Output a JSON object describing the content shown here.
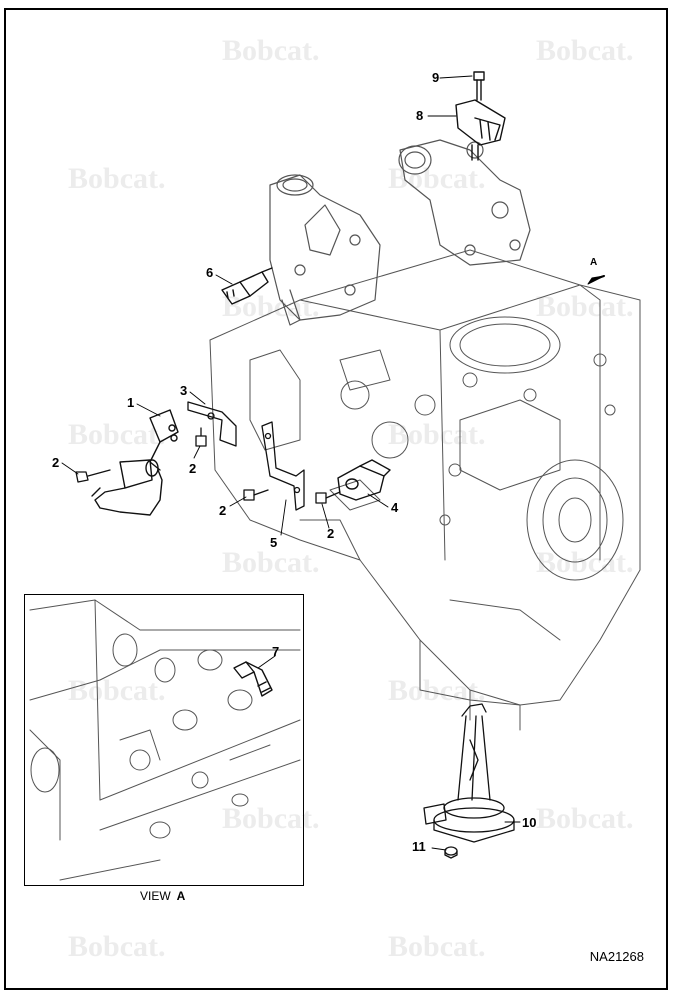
{
  "watermark": "Bobcat.",
  "figure_id": "NA21268",
  "view_label": {
    "prefix": "VIEW",
    "letter": "A"
  },
  "direction_marker": "A",
  "callouts": {
    "c1": "1",
    "c2a": "2",
    "c2b": "2",
    "c2c": "2",
    "c2d": "2",
    "c3": "3",
    "c4": "4",
    "c5": "5",
    "c6": "6",
    "c7": "7",
    "c8": "8",
    "c9": "9",
    "c10": "10",
    "c11": "11"
  }
}
